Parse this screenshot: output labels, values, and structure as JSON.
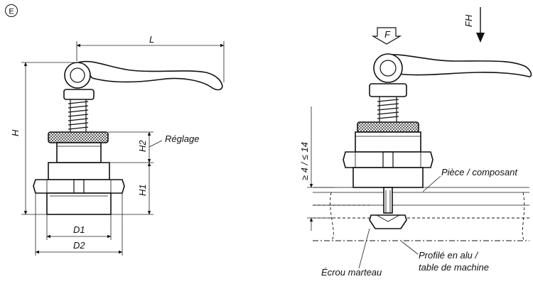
{
  "edition_mark": "E",
  "left_view": {
    "dim_L": "L",
    "dim_H": "H",
    "dim_H2": "H2",
    "dim_H1": "H1",
    "dim_D1": "D1",
    "dim_D2": "D2",
    "label_adjust": "Réglage"
  },
  "right_view": {
    "force_F": "F",
    "force_FH": "FH",
    "dim_thickness": "≥ 4 / ≤ 14",
    "label_workpiece": "Pièce / composant",
    "label_profile_line1": "Profilé en alu /",
    "label_profile_line2": "table de machine",
    "label_nut": "Écrou marteau"
  }
}
